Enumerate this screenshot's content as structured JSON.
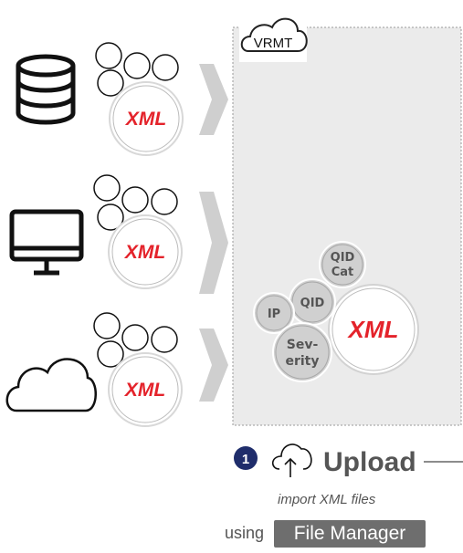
{
  "sources": [
    {
      "icon": "database-icon",
      "xml_label": "XML"
    },
    {
      "icon": "desktop-monitor-icon",
      "xml_label": "XML"
    },
    {
      "icon": "cloud-icon",
      "xml_label": "XML"
    }
  ],
  "vrmt_panel": {
    "cloud_label": "VRMT",
    "xml_label": "XML",
    "bubbles": {
      "ip": "IP",
      "qid": "QID",
      "qid_cat_line1": "QID",
      "qid_cat_line2": "Cat",
      "severity_line1": "Sev-",
      "severity_line2": "erity"
    }
  },
  "upload_step": {
    "number": "1",
    "title": "Upload",
    "subtitle": "import XML files",
    "using_label": "using",
    "button_label": "File Manager"
  },
  "colors": {
    "xml_red": "#e4232b",
    "panel_bg": "#ebebeb",
    "bubble_fill": "#d0d0d0",
    "step_badge": "#1f2d6b",
    "button_bg": "#6e6e6e",
    "arrow_gray": "#cfcfcf"
  }
}
